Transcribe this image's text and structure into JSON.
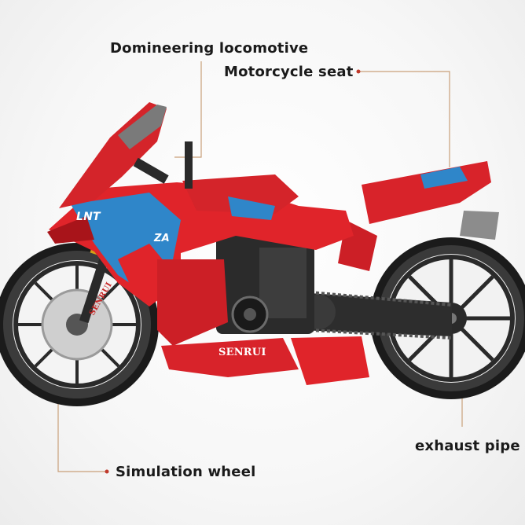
{
  "labels": {
    "locomotive": "Domineering locomotive",
    "seat": "Motorcycle seat",
    "exhaust": "exhaust pipe",
    "wheel": "Simulation wheel"
  },
  "bike_decals": {
    "tank_logo": "LNT",
    "side_logo": "ZA",
    "brand": "SENRUI",
    "wheel_text": "SENRUI"
  },
  "colors": {
    "body_red": "#e0242a",
    "dark_red": "#a8141a",
    "blue": "#2f86c9",
    "black": "#1f1f1f",
    "grey": "#8c8c8c",
    "leader_line": "#c9a07a"
  }
}
